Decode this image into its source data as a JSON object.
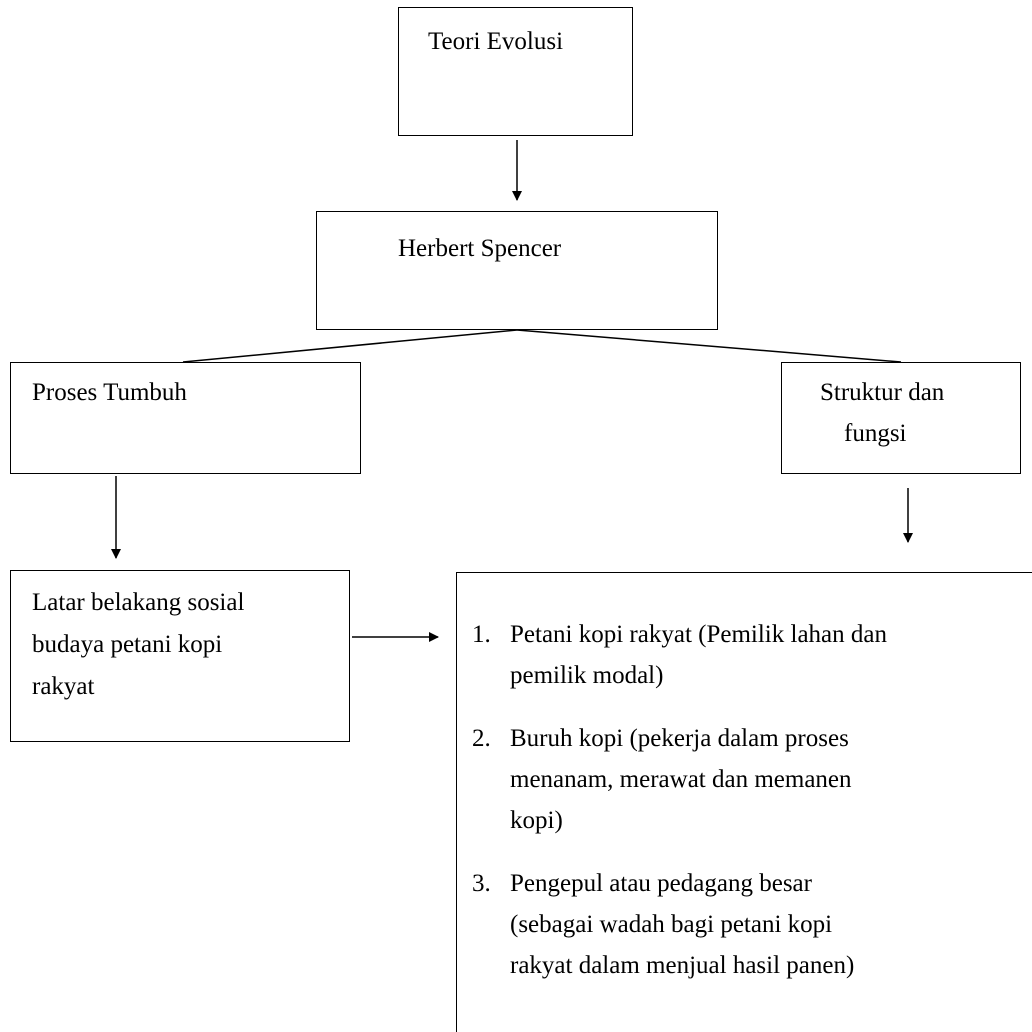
{
  "nodes": {
    "teori": "Teori Evolusi",
    "herbert": "Herbert Spencer",
    "proses": "Proses Tumbuh",
    "struktur": [
      "Struktur dan",
      "fungsi"
    ],
    "latar": [
      "Latar belakang sosial",
      "budaya petani kopi",
      "rakyat"
    ]
  },
  "list": [
    {
      "num": "1.",
      "lines": [
        "Petani kopi rakyat (Pemilik lahan dan",
        "pemilik modal)"
      ]
    },
    {
      "num": "2.",
      "lines": [
        "Buruh kopi (pekerja dalam proses",
        "menanam, merawat dan memanen",
        "kopi)"
      ]
    },
    {
      "num": "3.",
      "lines": [
        "Pengepul atau pedagang besar",
        "(sebagai wadah bagi petani kopi",
        "rakyat dalam menjual hasil panen)"
      ]
    }
  ]
}
